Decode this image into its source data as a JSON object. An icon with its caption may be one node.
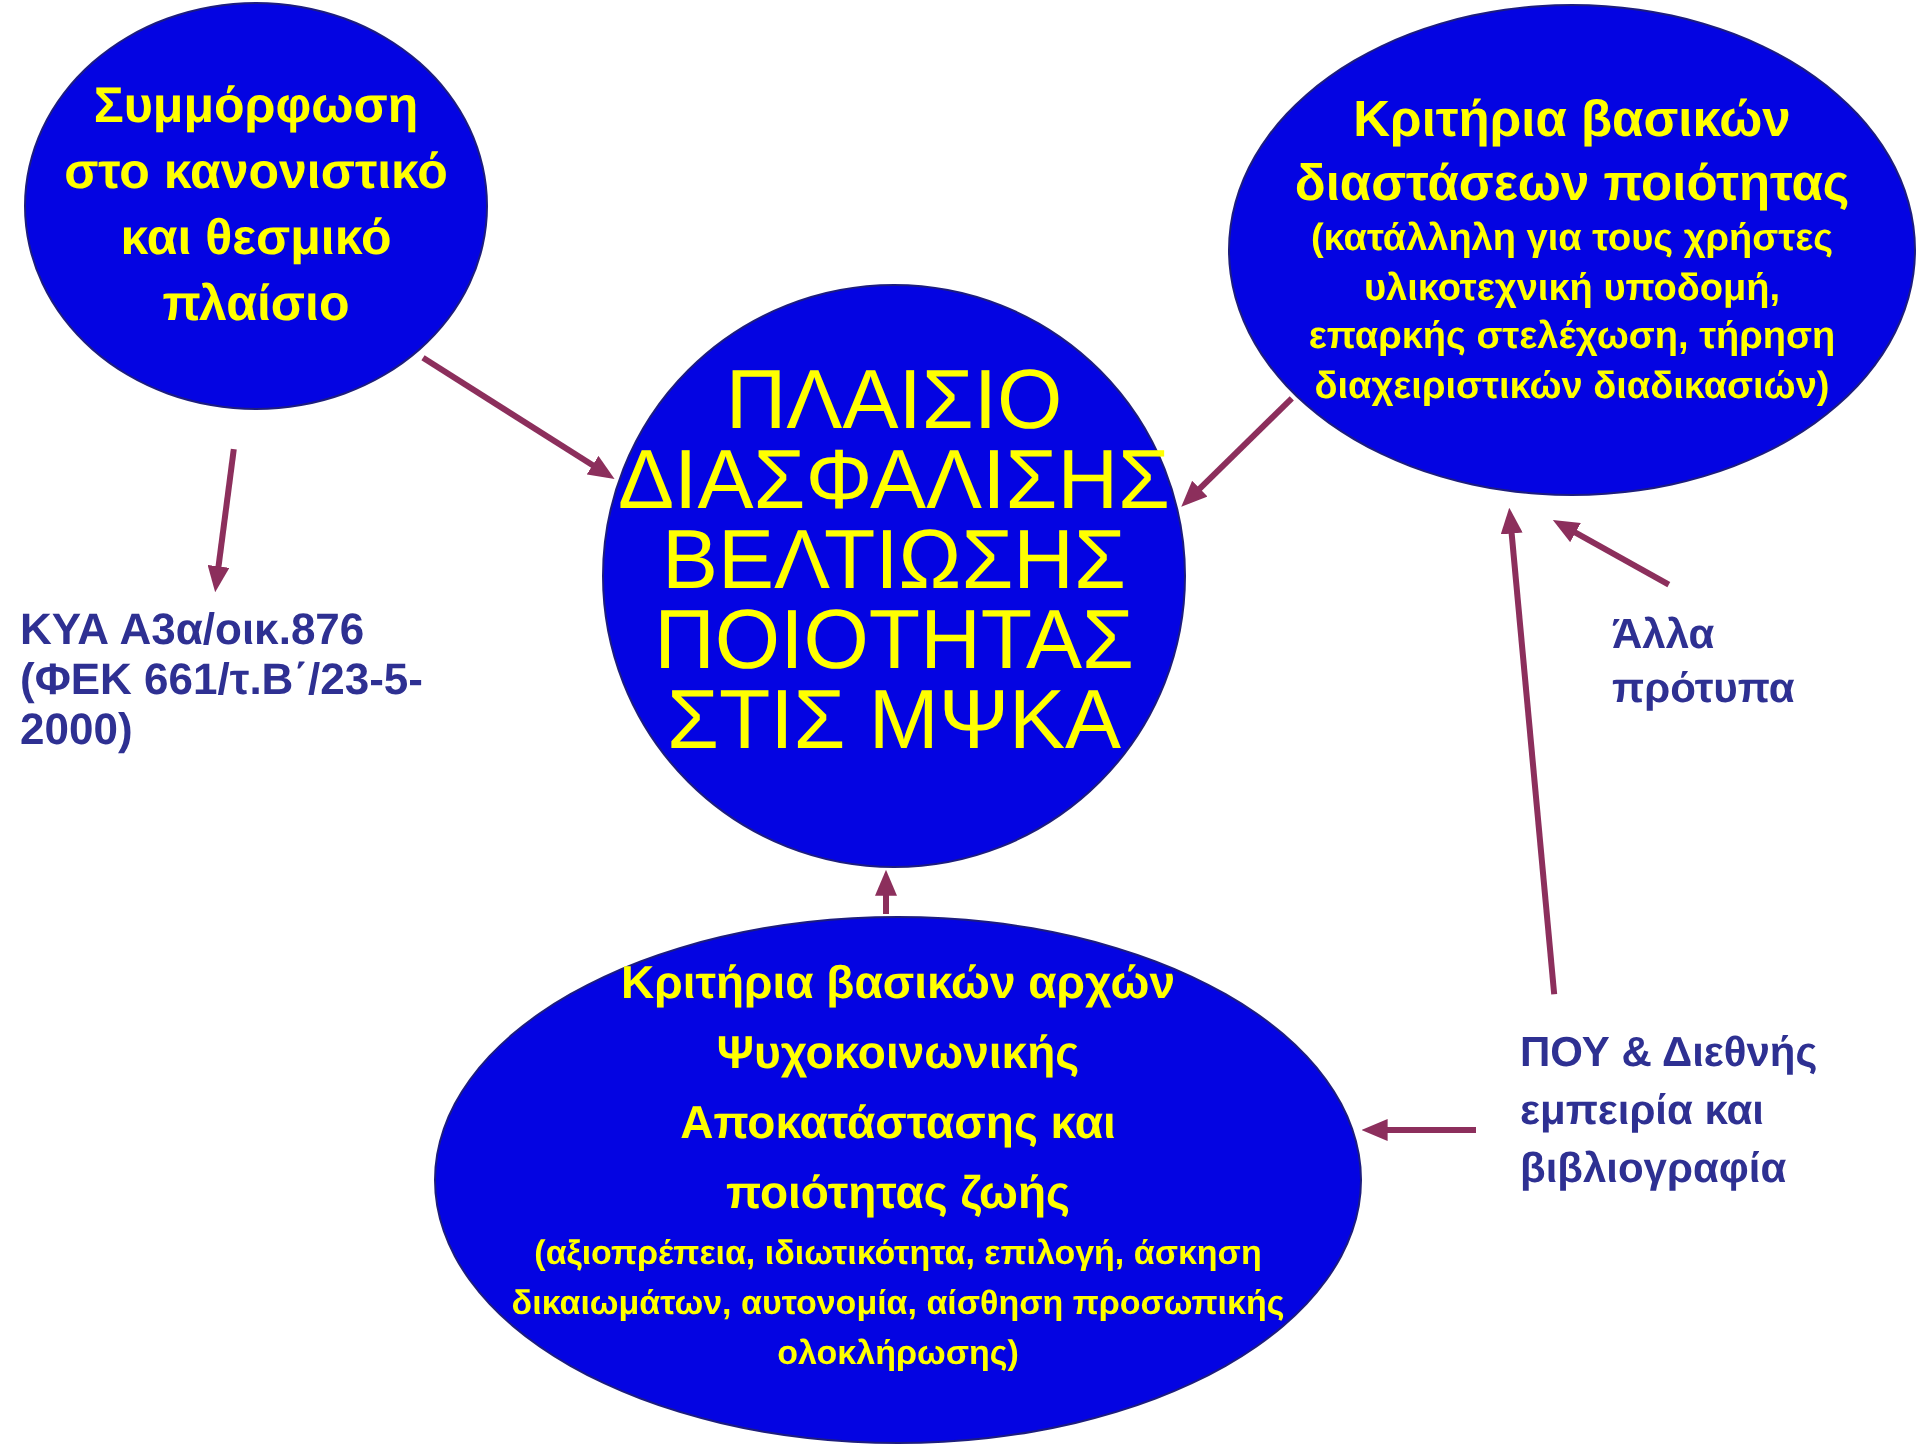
{
  "diagram": {
    "nodes": [
      {
        "text": [
          "Συμμόρφωση στο κανονιστικό και θεσμικό πλαίσιο"
        ]
      },
      {
        "text": [
          "ΚΥΑ Α3α/οικ.876 (ΦΕΚ 661/τ.Β΄/23-5- 2000)"
        ]
      },
      {
        "text": [
          "ΠΛΑΙΣΙΟ ΔΙΑΣΦΑΛΙΣΗΣ ΒΕΛΤΙΩΣΗΣ ΠΟΙΟΤΗΤΑΣ ΣΤΙΣ ΜΨΚΑ"
        ]
      },
      {
        "text": [
          "Κριτήρια βασικών διαστάσεων ποιότητας",
          "(κατάλληλη για τους χρήστες υλικοτεχνική υποδομή, επαρκής στελέχωση, τήρηση διαχειριστικών διαδικασιών)"
        ]
      },
      {
        "text": [
          "Άλλα πρότυπα"
        ]
      },
      {
        "text": [
          "Κριτήρια βασικών αρχών Ψυχοκοινωνικής Αποκατάστασης και ποιότητας ζωής",
          "(αξιοπρέπεια, ιδιωτικότητα, επιλογή, άσκηση δικαιωμάτων, αυτονομία, αίσθηση προσωπικής ολοκλήρωσης)"
        ]
      },
      {
        "text": [
          "ΠΟΥ & Διεθνής εμπειρία και βιβλιογραφία"
        ]
      }
    ],
    "edges": [
      {
        "from": 0,
        "to": 2,
        "arrow": "to"
      },
      {
        "from": 0,
        "to": 1,
        "arrow": "to"
      },
      {
        "from": 3,
        "to": 2,
        "arrow": "to"
      },
      {
        "from": 5,
        "to": 2,
        "arrow": "to"
      },
      {
        "from": 6,
        "to": 3,
        "arrow": "to"
      },
      {
        "from": 4,
        "to": 3,
        "arrow": "to"
      },
      {
        "from": 6,
        "to": 5,
        "arrow": "to"
      }
    ]
  }
}
